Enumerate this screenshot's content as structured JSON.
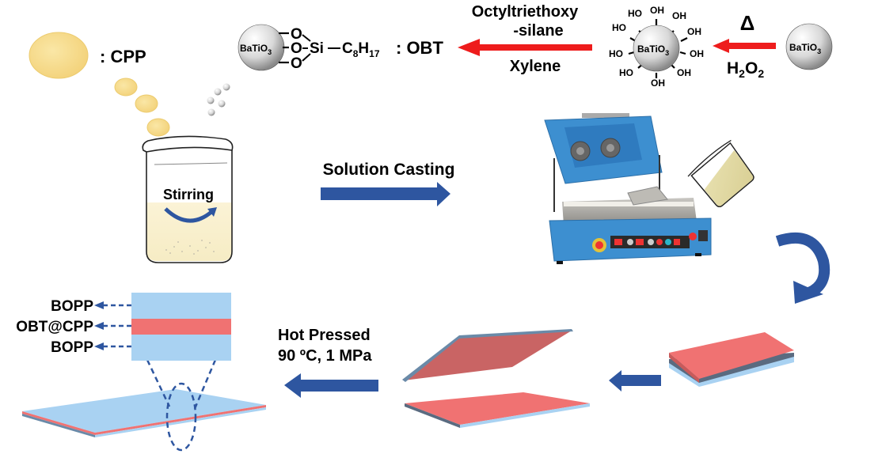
{
  "colors": {
    "cpp_yellow": "#f7dc8a",
    "arrow_red": "#ee1c1c",
    "arrow_blue": "#2e56a0",
    "bopp_blue": "#a9d2f2",
    "obt_red": "#f07272",
    "machine_blue": "#3d8fd0"
  },
  "legend_cpp": {
    "label": ": CPP"
  },
  "obt_structure": {
    "core": "BaTiO",
    "core_sub": "3",
    "oxygen": "O",
    "silicon": "Si",
    "chain_c": "C",
    "chain_c_sub": "8",
    "chain_h": "H",
    "chain_h_sub": "17",
    "label": ": OBT"
  },
  "step_silane": {
    "line1": "Octyltriethoxy",
    "line2": "-silane",
    "line3": "Xylene"
  },
  "hydroxylated_particle": {
    "core": "BaTiO",
    "core_sub": "3",
    "group": "OH",
    "group_left": "HO"
  },
  "step_h2o2": {
    "heat_symbol": "Δ",
    "reagent": "H",
    "reagent_sub1": "2",
    "reagent_o": "O",
    "reagent_sub2": "2"
  },
  "raw_particle": {
    "core": "BaTiO",
    "core_sub": "3"
  },
  "beaker": {
    "label": "Stirring"
  },
  "solution_casting": {
    "label": "Solution Casting"
  },
  "hot_press": {
    "line1": "Hot Pressed",
    "line2": "90 ºC, 1 MPa"
  },
  "cross_section": {
    "layers": [
      {
        "name": "BOPP"
      },
      {
        "name": "OBT@CPP"
      },
      {
        "name": "BOPP"
      }
    ]
  }
}
